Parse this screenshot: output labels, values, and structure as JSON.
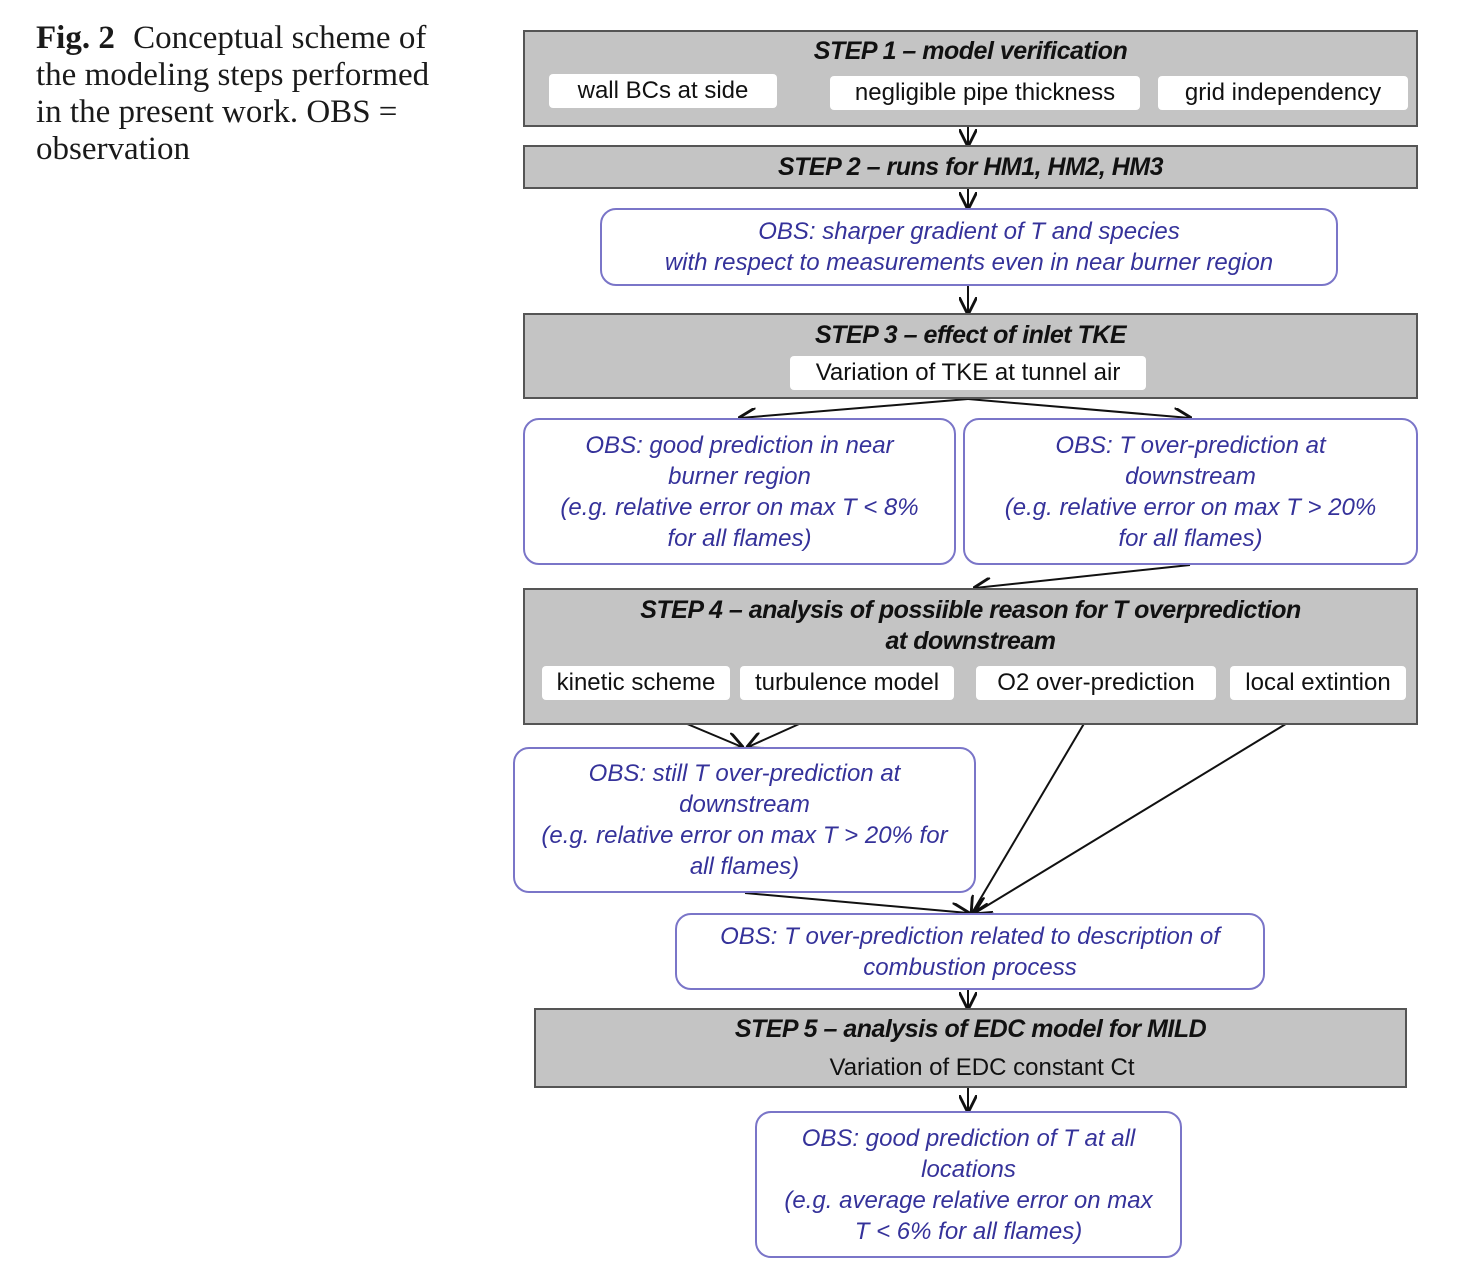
{
  "caption": {
    "label": "Fig. 2",
    "lines": [
      "Conceptual scheme of",
      "the modeling steps performed",
      "in the present work. OBS =",
      "observation"
    ]
  },
  "steps": {
    "step1": {
      "title": "STEP 1 – model verification",
      "items": [
        "wall BCs at side",
        "negligible pipe thickness",
        "grid independency"
      ]
    },
    "step2": {
      "title": "STEP 2 – runs for HM1, HM2, HM3"
    },
    "step3": {
      "title": "STEP 3 – effect of inlet TKE",
      "items": [
        "Variation of TKE at tunnel air"
      ]
    },
    "step4": {
      "title_lines": [
        "STEP 4 – analysis of possiible reason for T overprediction",
        "at downstream"
      ],
      "items": [
        "kinetic scheme",
        "turbulence model",
        "O2 over-prediction",
        "local extintion"
      ]
    },
    "step5": {
      "title": "STEP 5 – analysis of EDC model for MILD",
      "items": [
        "Variation of EDC constant Ct"
      ]
    }
  },
  "observations": {
    "obs_step2": [
      "OBS: sharper gradient of T and species",
      "with respect to measurements even in near burner region"
    ],
    "obs_step3_left": [
      "OBS: good prediction in near",
      "burner region",
      "(e.g. relative error on max T < 8%",
      "for all flames)"
    ],
    "obs_step3_right": [
      "OBS: T over-prediction at",
      "downstream",
      "(e.g. relative error on max T > 20%",
      "for all flames)"
    ],
    "obs_step4_left": [
      "OBS: still T over-prediction at",
      "downstream",
      "(e.g. relative error on max T > 20% for",
      "all flames)"
    ],
    "obs_step4_combined": [
      "OBS: T over-prediction related to description of",
      "combustion process"
    ],
    "obs_step5": [
      "OBS: good prediction of T at all",
      "locations",
      "(e.g. average relative error on max",
      "T < 6% for all flames)"
    ]
  },
  "colors": {
    "step_fill": "#c4c4c4",
    "step_border": "#555555",
    "obs_border": "#7a75c8",
    "obs_text": "#35329a"
  }
}
